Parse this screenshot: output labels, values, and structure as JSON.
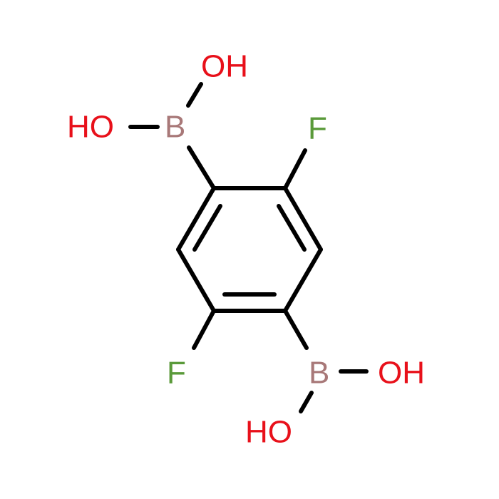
{
  "colors": {
    "bond": "#000000",
    "oxygen": "#e8101a",
    "boron": "#a87878",
    "fluorine": "#5a9a3a",
    "background": "#ffffff"
  },
  "atoms": {
    "oh_top": "OH",
    "ho_left": "HO",
    "b_top": "B",
    "f_top": "F",
    "f_bottom": "F",
    "b_bottom": "B",
    "oh_right": "OH",
    "ho_bottom": "HO"
  }
}
